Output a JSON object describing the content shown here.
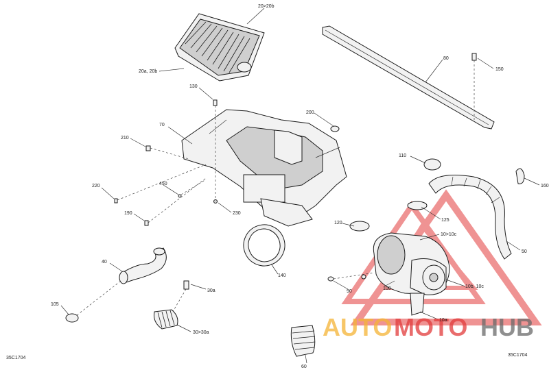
{
  "labels": {
    "l20": "20>20b",
    "l20a": "20a, 20b",
    "l80": "80",
    "l150": "150",
    "l130": "130",
    "l70": "70",
    "l200": "200",
    "l210": "210",
    "l220": "220",
    "l450": "450",
    "l190": "190",
    "l230": "230",
    "l110": "110",
    "l160": "160",
    "l125": "125",
    "l120": "120",
    "l10": "10>10c",
    "l50": "50",
    "l140": "140",
    "l40": "40",
    "l90": "90",
    "l100": "100",
    "l10b": "10b, 10c",
    "l30a": "30a",
    "l105": "105",
    "l10a": "10a",
    "l30": "30>30a",
    "l60": "60"
  },
  "corner_codes": {
    "left": "35C1704",
    "right": "35C1704"
  },
  "watermark": {
    "word_a": "AUTO",
    "word_b": "MOTO",
    "word_c": "HUB",
    "color_a": "#f5b335",
    "color_b": "#e23b3b",
    "color_c": "#6a6a6a"
  }
}
